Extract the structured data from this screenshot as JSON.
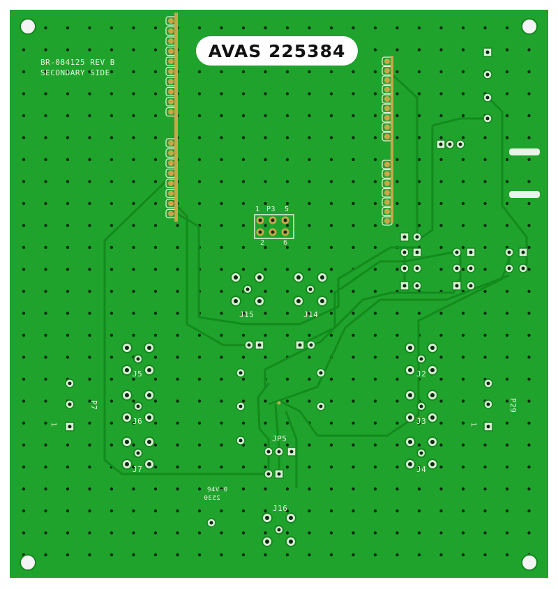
{
  "board": {
    "part_number": "BR-084125 REV B",
    "side": "SECONDARY SIDE",
    "asset_tag": "AVAS 225384",
    "colors": {
      "soldermask": "#1fa32c",
      "soldermask_dark": "#15861f",
      "trace": "#138a1d",
      "silkscreen": "#e8f5e0",
      "gold": "#c9a64a",
      "hole": "#0d2a10"
    }
  },
  "silkscreen": {
    "p3": {
      "ref": "P3",
      "pin1": "1",
      "pin5": "5",
      "pin2": "2",
      "pin6": "6"
    },
    "j15": "J15",
    "j14": "J14",
    "j5": "J5",
    "j6": "J6",
    "j7": "J7",
    "j2": "J2",
    "j3": "J3",
    "j4": "J4",
    "p7": {
      "ref": "P7",
      "pin1": "1"
    },
    "p29": {
      "ref": "P29",
      "pin1": "1"
    },
    "jp5": "JP5",
    "j16": "J16",
    "ul_mark": "94V-0",
    "date_code": "2530"
  }
}
